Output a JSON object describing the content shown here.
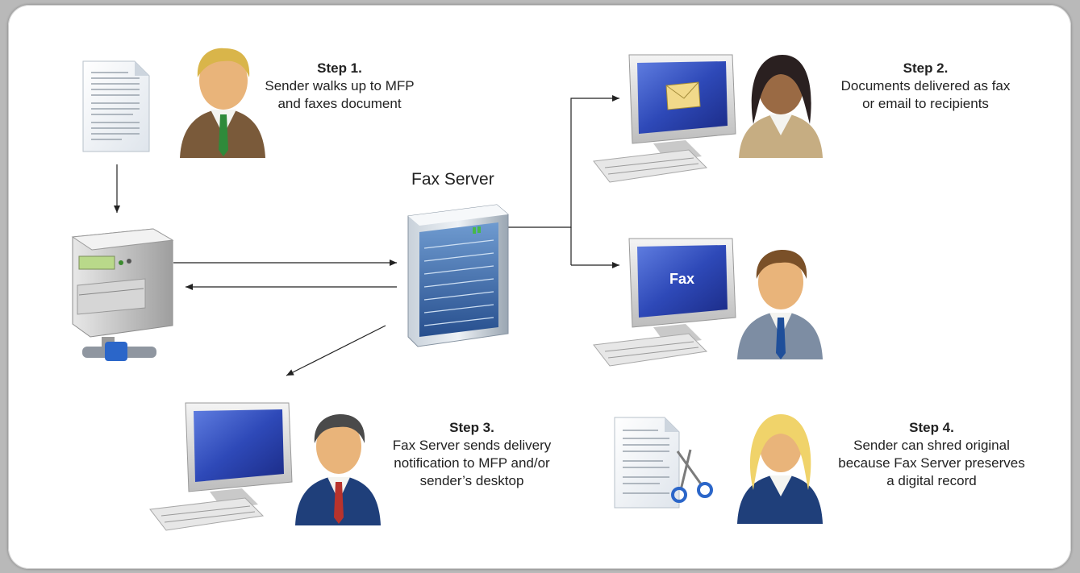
{
  "server": {
    "label": "Fax Server"
  },
  "steps": [
    {
      "title": "Step 1.",
      "lines": [
        "Sender walks up to MFP",
        "and faxes document"
      ]
    },
    {
      "title": "Step 2.",
      "lines": [
        "Documents delivered as fax",
        "or email to recipients"
      ]
    },
    {
      "title": "Step 3.",
      "lines": [
        "Fax Server sends delivery",
        "notification to MFP and/or",
        "sender’s desktop"
      ]
    },
    {
      "title": "Step 4.",
      "lines": [
        "Sender can shred original",
        "because Fax Server preserves",
        "a digital record"
      ]
    }
  ],
  "monitor": {
    "fax_label": "Fax"
  },
  "colors": {
    "screen_blue": "#2e49b8",
    "suit_brown": "#7a5a3a",
    "suit_navy": "#1f3f7a",
    "skin": "#e9b47a"
  }
}
